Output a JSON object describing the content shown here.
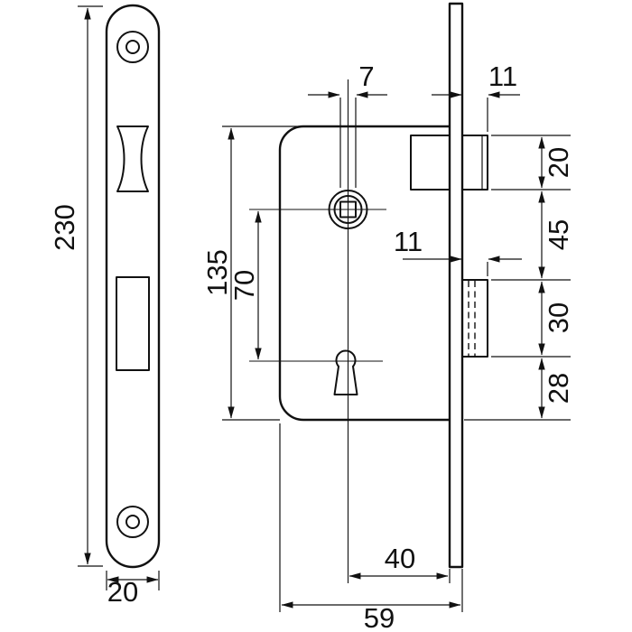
{
  "drawing": {
    "subject": "mortise-lock-dimension-drawing",
    "colors": {
      "line": "#111111",
      "background": "#ffffff"
    },
    "dimensions": {
      "faceplate_height": "230",
      "faceplate_width": "20",
      "case_height": "135",
      "spindle_to_keyhole": "70",
      "spindle_square": "7",
      "latch_projection": "11",
      "latch_height": "20",
      "latch_to_deadbolt": "45",
      "deadbolt_projection": "11",
      "deadbolt_height": "30",
      "deadbolt_to_bottom": "28",
      "backset": "40",
      "case_depth": "59"
    }
  }
}
